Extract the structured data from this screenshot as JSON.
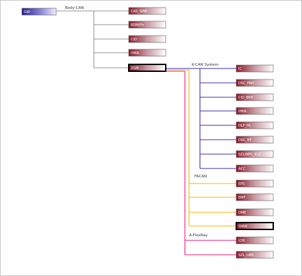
{
  "colors": {
    "body_can": "#707070",
    "k_can": "#3a2fb0",
    "fa_can": "#f4b400",
    "a_flexray": "#e2187c",
    "root_fill_start": "#2a2290",
    "ecu_fill_start": "#8a1a2a"
  },
  "root": {
    "label": "GW"
  },
  "buses": {
    "body_can": "Body-CAN",
    "k_can": "K-CAN System",
    "fa_can": "FACAN",
    "a_flexray": "A-FlexRay"
  },
  "body_nodes": [
    "CAS_SINE",
    "BDM/Fn",
    "CID",
    "IHKA",
    "ZGM"
  ],
  "k_nodes": [
    "IC",
    "DSC_FAH",
    "CID_BFH",
    "IHKA",
    "DLF_FA",
    "DSC_BF",
    "SZL/MFL_CLC",
    "ACC"
  ],
  "fa_nodes": [
    "EPS",
    "EMF",
    "DME",
    "SWW"
  ],
  "flex_nodes": [
    "ICM",
    "SZL_LWS"
  ]
}
